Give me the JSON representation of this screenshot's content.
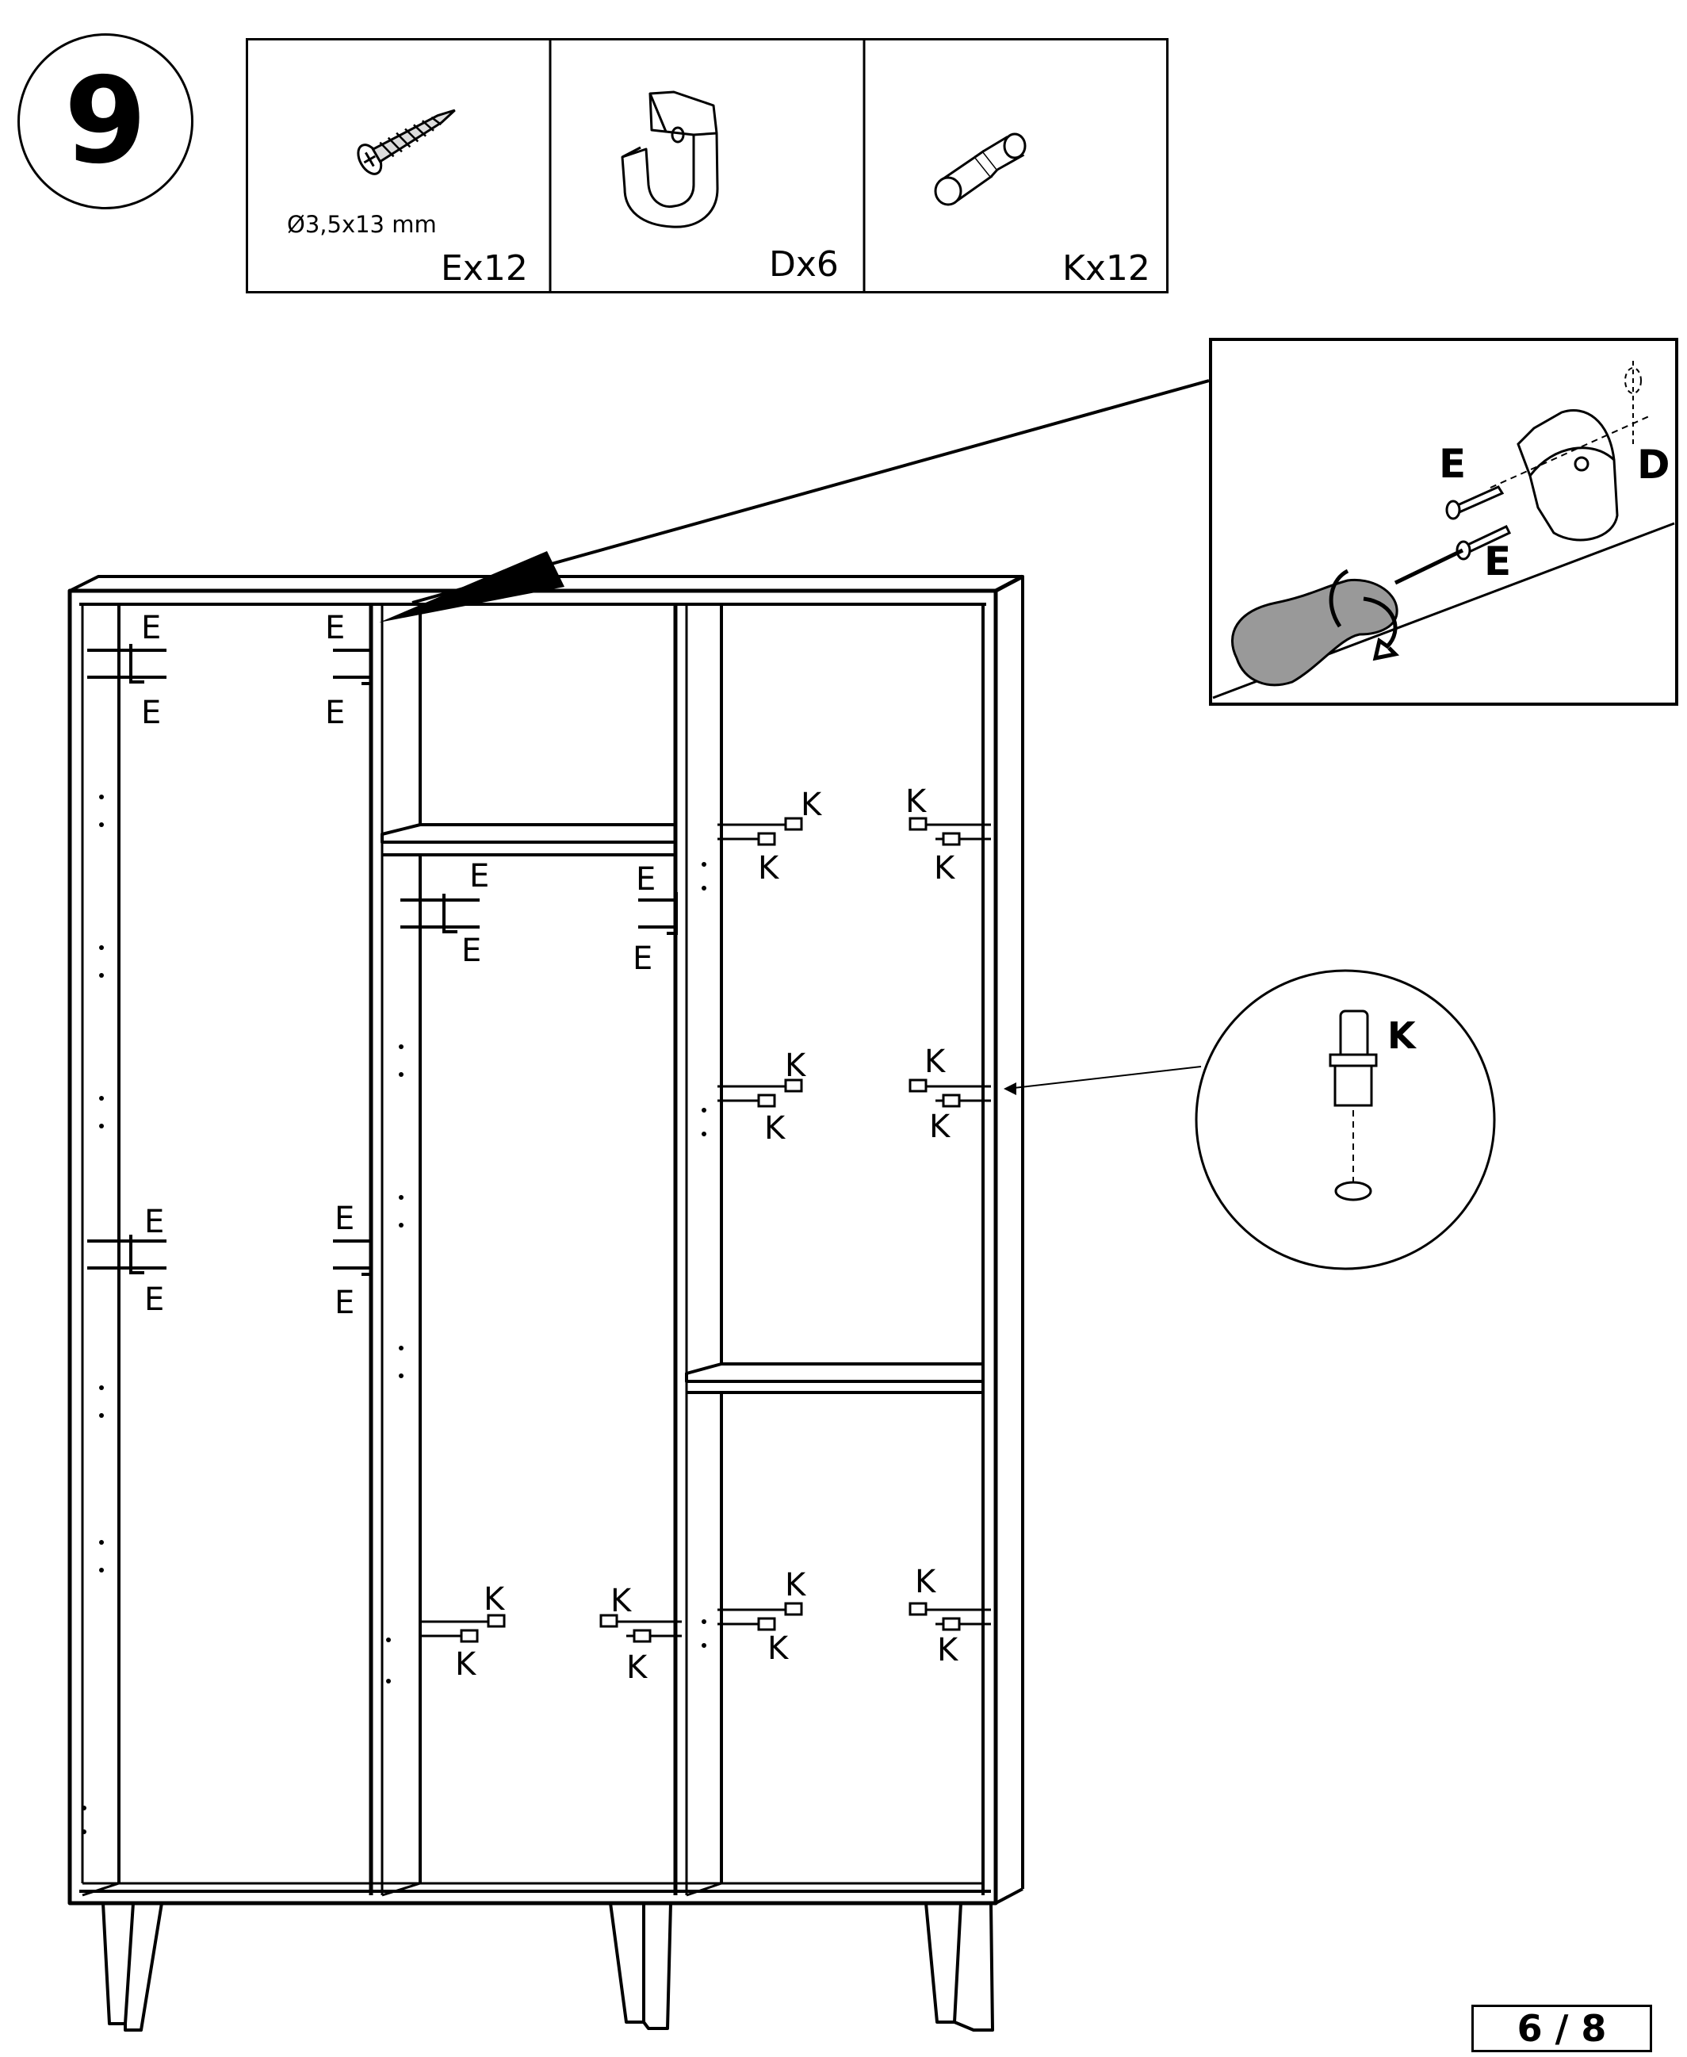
{
  "step_number": "9",
  "parts": [
    {
      "id": "E",
      "dimension": "Ø3,5x13 mm",
      "qty_label": "Ex12",
      "icon": "screw-icon"
    },
    {
      "id": "D",
      "qty_label": "Dx6",
      "icon": "bracket-icon"
    },
    {
      "id": "K",
      "qty_label": "Kx12",
      "icon": "shelf-pin-icon"
    }
  ],
  "detail_bracket": {
    "screw_label": "E",
    "bracket_label": "D",
    "screw_label_2": "E"
  },
  "detail_pin": {
    "pin_label": "K"
  },
  "labels": {
    "e": "E",
    "k": "K"
  },
  "page_number": "6 / 8"
}
